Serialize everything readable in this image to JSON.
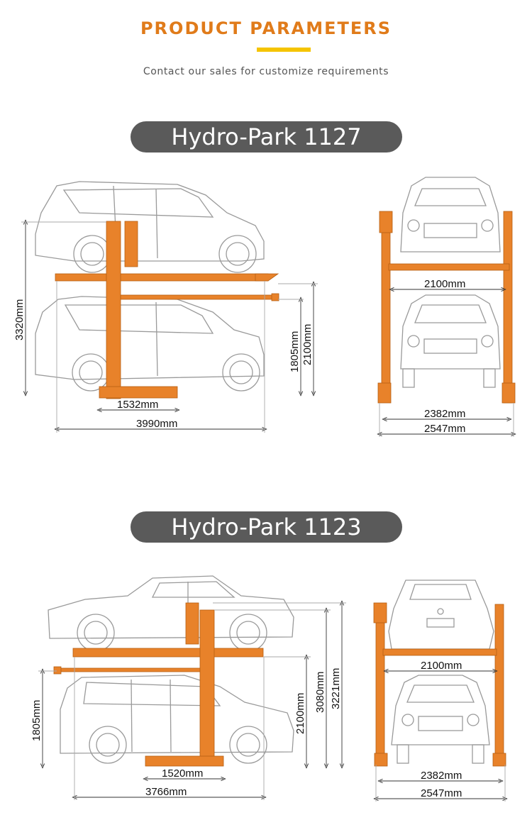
{
  "header": {
    "title": "PRODUCT PARAMETERS",
    "subtitle": "Contact our sales for customize requirements"
  },
  "colors": {
    "accent_text": "#e07b1a",
    "accent_bar": "#f5c400",
    "lift_orange": "#e8822a",
    "pill_bg": "#5a5a5a"
  },
  "products": [
    {
      "name": "Hydro-Park 1127",
      "side": {
        "total_height": "3320mm",
        "platform_clearance": "1805mm",
        "column_height": "2100mm",
        "base_width": "1532mm",
        "platform_length": "3990mm"
      },
      "front": {
        "inner_width": "2100mm",
        "column_span": "2382mm",
        "overall_width": "2547mm"
      }
    },
    {
      "name": "Hydro-Park 1123",
      "side": {
        "platform_clearance": "1805mm",
        "column_height": "2100mm",
        "post_height": "3080mm",
        "total_height": "3221mm",
        "base_width": "1520mm",
        "platform_length": "3766mm"
      },
      "front": {
        "inner_width": "2100mm",
        "column_span": "2382mm",
        "overall_width": "2547mm"
      }
    }
  ]
}
